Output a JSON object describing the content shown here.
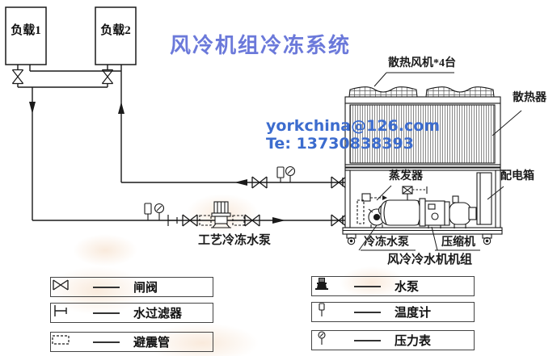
{
  "title": "风冷机组冷冻系统",
  "contact": {
    "email": "yorkchina@126.com",
    "phone": "Te: 13730838393"
  },
  "loads": [
    {
      "label": "负载1"
    },
    {
      "label": "负载2"
    }
  ],
  "unit": {
    "fans_label": "散热风机*4台",
    "radiator_label": "散热器",
    "evaporator_label": "蒸发器",
    "power_box_label": "配电箱",
    "chilled_pump_label": "冷冻水泵",
    "compressor_label": "压缩机",
    "unit_label": "风冷冷水机机组"
  },
  "piping": {
    "process_pump_label": "工艺冷冻水泵"
  },
  "legend": {
    "left": [
      {
        "symbol": "gate-valve-icon",
        "label": "闸阀"
      },
      {
        "symbol": "water-filter-icon",
        "label": "水过滤器"
      },
      {
        "symbol": "vibration-damper-icon",
        "label": "避震管"
      }
    ],
    "right": [
      {
        "symbol": "water-pump-icon",
        "label": "水泵"
      },
      {
        "symbol": "thermometer-icon",
        "label": "温度计"
      },
      {
        "symbol": "pressure-gauge-icon",
        "label": "压力表"
      }
    ]
  },
  "colors": {
    "title": "#6b79da",
    "contact": "#3c6cce",
    "line": "#1a1a1a"
  }
}
